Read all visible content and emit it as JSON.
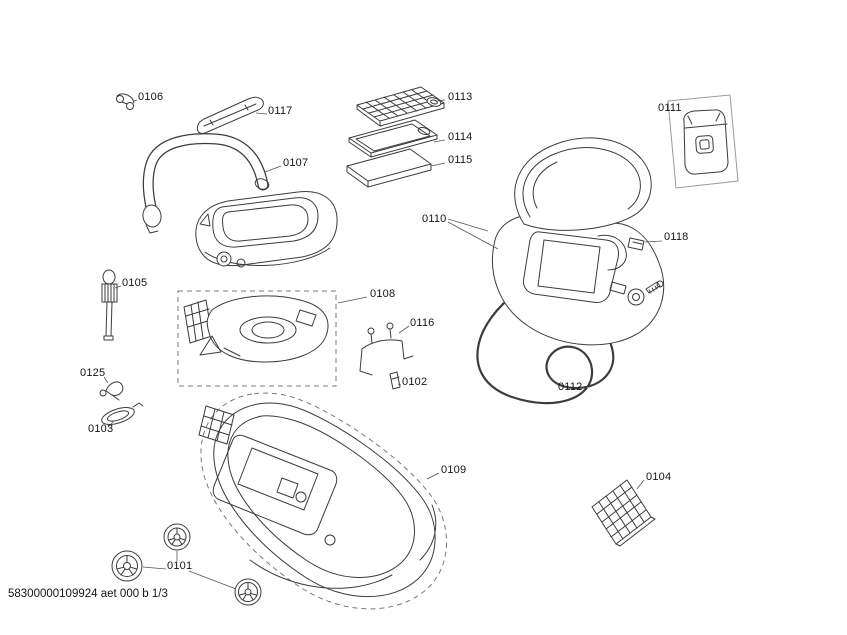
{
  "page": {
    "footer": "58300000109924 aet 000 b 1/3",
    "background_color": "#ffffff",
    "ink_color": "#3c3c3c"
  },
  "parts": [
    {
      "label": "0106"
    },
    {
      "label": "0117"
    },
    {
      "label": "0113"
    },
    {
      "label": "0111"
    },
    {
      "label": "0107"
    },
    {
      "label": "0114"
    },
    {
      "label": "0115"
    },
    {
      "label": "0110"
    },
    {
      "label": "0118"
    },
    {
      "label": "0105"
    },
    {
      "label": "0108"
    },
    {
      "label": "0116"
    },
    {
      "label": "0102"
    },
    {
      "label": "0125"
    },
    {
      "label": "0112"
    },
    {
      "label": "0103"
    },
    {
      "label": "0109"
    },
    {
      "label": "0104"
    },
    {
      "label": "0101"
    }
  ]
}
